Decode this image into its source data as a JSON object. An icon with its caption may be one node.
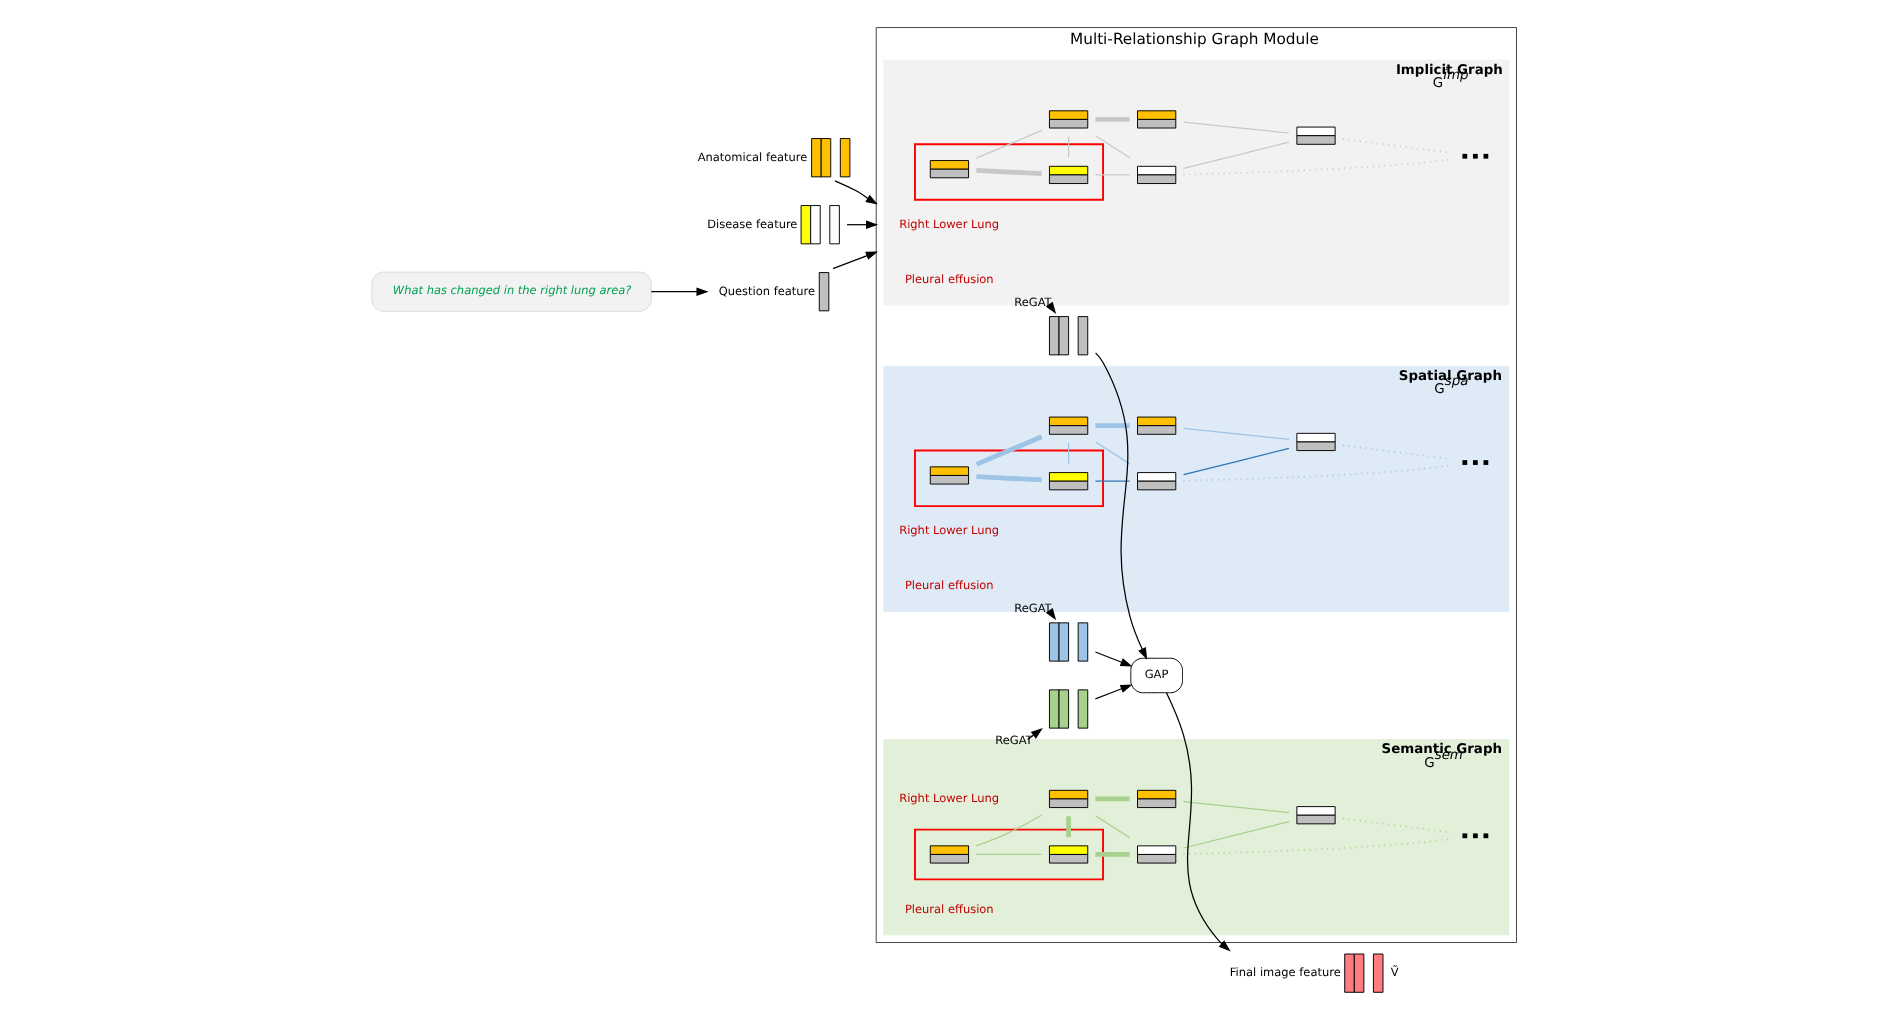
{
  "diagram": {
    "nodes": [
      {
        "text": [
          "Multi-Relationship Graph Module"
        ]
      },
      {
        "text": [
          "Implicit Graph",
          "G$^{imp}$"
        ],
        "in": 0
      },
      {
        "text": [
          "Right Lower Lung"
        ],
        "in": 1
      },
      {
        "text": [],
        "shape": "box",
        "in": 1
      },
      {
        "text": [],
        "shape": "bar",
        "in": 3
      },
      {
        "text": [],
        "shape": "bar",
        "in": 3
      },
      {
        "text": [],
        "shape": "bar",
        "in": 1
      },
      {
        "text": [],
        "shape": "bar",
        "in": 1
      },
      {
        "text": [],
        "shape": "bar",
        "in": 1
      },
      {
        "text": [],
        "shape": "bar",
        "in": 1
      },
      {
        "text": [],
        "shape": "dots",
        "in": 1
      },
      {
        "text": [
          "Pleural effusion"
        ],
        "in": 1
      },
      {
        "text": [
          "Spatial Graph",
          "G$^{spa}$"
        ],
        "in": 0
      },
      {
        "text": [
          "Right Lower Lung"
        ],
        "in": 12
      },
      {
        "text": [],
        "shape": "box",
        "in": 12
      },
      {
        "text": [],
        "shape": "bar",
        "in": 14
      },
      {
        "text": [],
        "shape": "bar",
        "in": 14
      },
      {
        "text": [],
        "shape": "bar",
        "in": 12
      },
      {
        "text": [],
        "shape": "bar",
        "in": 12
      },
      {
        "text": [],
        "shape": "bar",
        "in": 12
      },
      {
        "text": [],
        "shape": "bar",
        "in": 12
      },
      {
        "text": [],
        "shape": "dots",
        "in": 12
      },
      {
        "text": [
          "Pleural effusion"
        ],
        "in": 12
      },
      {
        "text": [
          "Semantic Graph",
          "G$^{sem}$"
        ],
        "in": 0
      },
      {
        "text": [
          "Right Lower Lung"
        ],
        "in": 23
      },
      {
        "text": [],
        "shape": "box",
        "in": 23
      },
      {
        "text": [],
        "shape": "bar",
        "in": 25
      },
      {
        "text": [],
        "shape": "bar",
        "in": 25
      },
      {
        "text": [],
        "shape": "bar",
        "in": 23
      },
      {
        "text": [],
        "shape": "bar",
        "in": 23
      },
      {
        "text": [],
        "shape": "bar",
        "in": 23
      },
      {
        "text": [],
        "shape": "bar",
        "in": 23
      },
      {
        "text": [],
        "shape": "dots",
        "in": 23
      },
      {
        "text": [
          "Pleural effusion"
        ],
        "in": 23
      },
      {
        "text": [
          "GAP"
        ],
        "in": 0
      },
      {
        "text": [],
        "shape": "bar",
        "in": 0
      },
      {
        "text": [],
        "shape": "bar",
        "in": 0
      },
      {
        "text": [],
        "shape": "bar",
        "in": 0
      },
      {
        "text": [],
        "shape": "bar",
        "beside": [
          "Anatomical feature"
        ]
      },
      {
        "text": [],
        "shape": "bar",
        "beside": [
          "Disease feature"
        ]
      },
      {
        "text": [],
        "shape": "bar",
        "beside": [
          "Question feature"
        ]
      },
      {
        "text": [
          "What has changed in the right lung area?"
        ]
      },
      {
        "text": [],
        "shape": "bar",
        "beside": [
          "Final image feature",
          "Ṽ"
        ]
      }
    ],
    "edges": [
      {
        "from": 4,
        "to": 5,
        "arrow": "none",
        "style": "thick",
        "color": "#c8c8c8"
      },
      {
        "from": 4,
        "to": 6,
        "arrow": "none",
        "color": "#c8c8c8"
      },
      {
        "from": 6,
        "to": 5,
        "arrow": "none",
        "color": "#c8c8c8"
      },
      {
        "from": 6,
        "to": 8,
        "arrow": "none",
        "color": "#c8c8c8"
      },
      {
        "from": 6,
        "to": 7,
        "arrow": "none",
        "style": "thick",
        "color": "#c8c8c8"
      },
      {
        "from": 7,
        "to": 9,
        "arrow": "none",
        "color": "#c8c8c8"
      },
      {
        "from": 5,
        "to": 8,
        "arrow": "none",
        "color": "#c8c8c8"
      },
      {
        "from": 8,
        "to": 9,
        "arrow": "none",
        "color": "#c8c8c8"
      },
      {
        "from": 8,
        "to": 10,
        "arrow": "none",
        "style": "dashed",
        "color": "#c8c8c8"
      },
      {
        "from": 9,
        "to": 10,
        "arrow": "none",
        "style": "dashed",
        "color": "#c8c8c8"
      },
      {
        "from": 15,
        "to": 16,
        "arrow": "none",
        "style": "thick",
        "color": "#9dc3e6"
      },
      {
        "from": 15,
        "to": 17,
        "arrow": "none",
        "style": "thick",
        "color": "#9dc3e6"
      },
      {
        "from": 17,
        "to": 16,
        "arrow": "none",
        "color": "#9dc3e6"
      },
      {
        "from": 17,
        "to": 19,
        "arrow": "none",
        "color": "#9dc3e6"
      },
      {
        "from": 17,
        "to": 18,
        "arrow": "none",
        "style": "thick",
        "color": "#9dc3e6"
      },
      {
        "from": 18,
        "to": 20,
        "arrow": "none",
        "color": "#9dc3e6"
      },
      {
        "from": 16,
        "to": 19,
        "arrow": "none",
        "color": "#2e75b6"
      },
      {
        "from": 19,
        "to": 20,
        "arrow": "none",
        "color": "#2e75b6"
      },
      {
        "from": 19,
        "to": 21,
        "arrow": "none",
        "style": "dashed",
        "color": "#9dc3e6"
      },
      {
        "from": 20,
        "to": 21,
        "arrow": "none",
        "style": "dashed",
        "color": "#9dc3e6"
      },
      {
        "from": 26,
        "to": 27,
        "arrow": "none",
        "color": "#a9d18e"
      },
      {
        "from": 26,
        "to": 28,
        "arrow": "none",
        "color": "#a9d18e"
      },
      {
        "from": 28,
        "to": 27,
        "arrow": "none",
        "style": "thick",
        "color": "#a9d18e"
      },
      {
        "from": 28,
        "to": 30,
        "arrow": "none",
        "color": "#a9d18e"
      },
      {
        "from": 28,
        "to": 29,
        "arrow": "none",
        "style": "thick",
        "color": "#a9d18e"
      },
      {
        "from": 29,
        "to": 31,
        "arrow": "none",
        "color": "#a9d18e"
      },
      {
        "from": 27,
        "to": 30,
        "arrow": "none",
        "style": "thick",
        "color": "#a9d18e"
      },
      {
        "from": 30,
        "to": 31,
        "arrow": "none",
        "color": "#a9d18e"
      },
      {
        "from": 30,
        "to": 32,
        "arrow": "none",
        "style": "dashed",
        "color": "#a9d18e"
      },
      {
        "from": 31,
        "to": 32,
        "arrow": "none",
        "style": "dashed",
        "color": "#a9d18e"
      },
      {
        "from": 38,
        "to": 0,
        "arrow": "to",
        "color": "#000000"
      },
      {
        "from": 39,
        "to": 0,
        "arrow": "to",
        "color": "#000000"
      },
      {
        "from": 40,
        "to": 0,
        "arrow": "to",
        "color": "#000000"
      },
      {
        "from": 41,
        "to": 40,
        "arrow": "to",
        "color": "#000000"
      },
      {
        "from": 1,
        "to": 35,
        "arrow": "to",
        "label": "ReGAT",
        "color": "#000000"
      },
      {
        "from": 12,
        "to": 36,
        "arrow": "to",
        "label": "ReGAT",
        "color": "#000000"
      },
      {
        "from": 23,
        "to": 37,
        "arrow": "to",
        "label": "ReGAT",
        "color": "#000000"
      },
      {
        "from": 35,
        "to": 34,
        "arrow": "to",
        "color": "#000000"
      },
      {
        "from": 36,
        "to": 34,
        "arrow": "to",
        "color": "#000000"
      },
      {
        "from": 37,
        "to": 34,
        "arrow": "to",
        "color": "#000000"
      },
      {
        "from": 34,
        "to": 42,
        "arrow": "to",
        "color": "#000000"
      }
    ]
  }
}
